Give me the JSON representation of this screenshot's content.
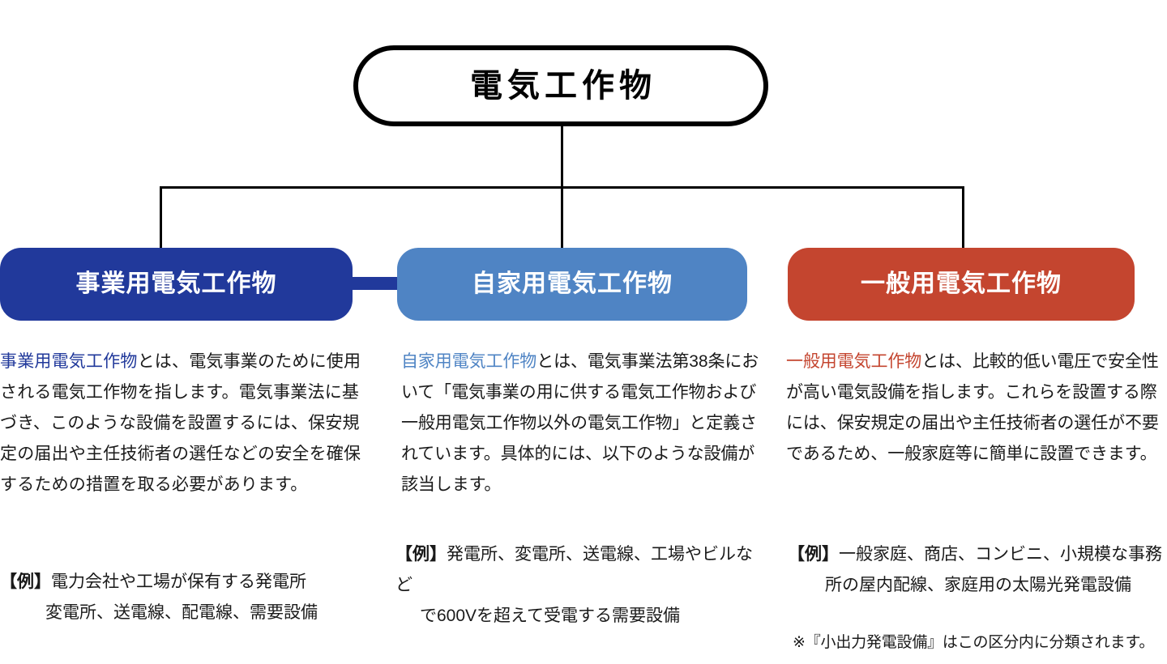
{
  "diagram": {
    "root": {
      "label": "電気工作物"
    },
    "categories": [
      {
        "id": "business-use",
        "label": "事業用電気工作物",
        "color": "#21399b",
        "term": "事業用電気工作物",
        "description_rest": "とは、電気事業のために使用される電気工作物を指します。電気事業法に基づき、このような設備を設置するには、保安規定の届出や主任技術者の選任などの安全を確保するための措置を取る必要があります。",
        "example_head": "【例】",
        "example_lines": [
          "電力会社や工場が保有する発電所",
          "変電所、送電線、配電線、需要設備"
        ]
      },
      {
        "id": "private-use",
        "label": "自家用電気工作物",
        "color": "#4f84c4",
        "term": "自家用電気工作物",
        "description_rest": "とは、電気事業法第38条において「電気事業の用に供する電気工作物および一般用電気工作物以外の電気工作物」と定義されています。具体的には、以下のような設備が該当します。",
        "example_head": "【例】",
        "example_lines": [
          "発電所、変電所、送電線、工場やビルなど",
          "で600Vを超えて受電する需要設備"
        ]
      },
      {
        "id": "general-use",
        "label": "一般用電気工作物",
        "color": "#c4452f",
        "term": "一般用電気工作物",
        "description_rest": "とは、比較的低い電圧で安全性が高い電気設備を指します。これらを設置する際には、保安規定の届出や主任技術者の選任が不要であるため、一般家庭等に簡単に設置できます。",
        "example_head": "【例】",
        "example_lines": [
          "一般家庭、商店、コンビニ、小規模な事務",
          "所の屋内配線、家庭用の太陽光発電設備"
        ],
        "footnote": "※『小出力発電設備』はこの区分内に分類されます。"
      }
    ]
  }
}
